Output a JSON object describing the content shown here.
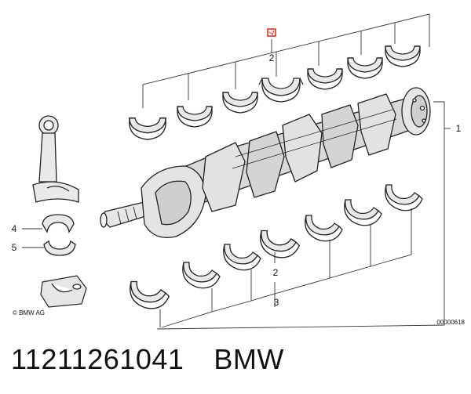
{
  "diagram": {
    "callouts": {
      "c1": "1",
      "c2_top": "2",
      "c2_bottom": "2",
      "c3": "3",
      "c4": "4",
      "c5": "5"
    },
    "copyright": "© BMW AG",
    "figure_number": "00000618"
  },
  "caption": {
    "part_number": "11211261041",
    "brand": "BMW"
  },
  "colors": {
    "line": "#222222",
    "fill": "#e8e8e8",
    "highlight": "#e0301e"
  }
}
